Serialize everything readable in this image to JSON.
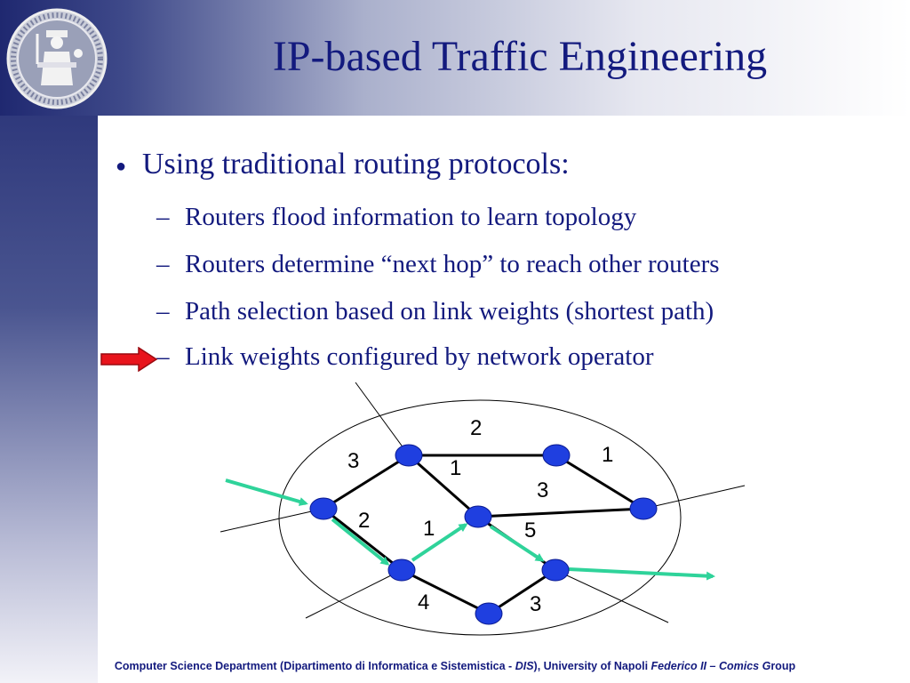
{
  "title": "IP-based Traffic Engineering",
  "bullet": "Using traditional routing protocols:",
  "sub_bullets": [
    "Routers flood information to learn topology",
    "Routers determine “next hop” to reach other routers",
    "Path selection based on link weights (shortest path)",
    "Link weights configured by network operator"
  ],
  "link_weights": {
    "w_3_left": "3",
    "w_2_top": "2",
    "w_1_top_right": "1",
    "w_1_mid": "1",
    "w_3_mid": "3",
    "w_2_left": "2",
    "w_1_lower": "1",
    "w_5": "5",
    "w_4": "4",
    "w_3_bottom": "3"
  },
  "footer": {
    "part1": "Computer Science Department (Dipartimento di Informatica e Sistemistica - ",
    "dis": "DIS",
    "part2": "), University of Napoli ",
    "federico": "Federico II",
    "part3": " – Comics ",
    "group": "G",
    "part4": "roup"
  },
  "colors": {
    "title": "#131a7e",
    "node": "#1f3fe0",
    "path_arrow": "#2fd39a",
    "pointer_arrow": "#e8141c"
  },
  "icons": [
    "university-seal-logo",
    "red-pointer-arrow",
    "network-router-node"
  ]
}
